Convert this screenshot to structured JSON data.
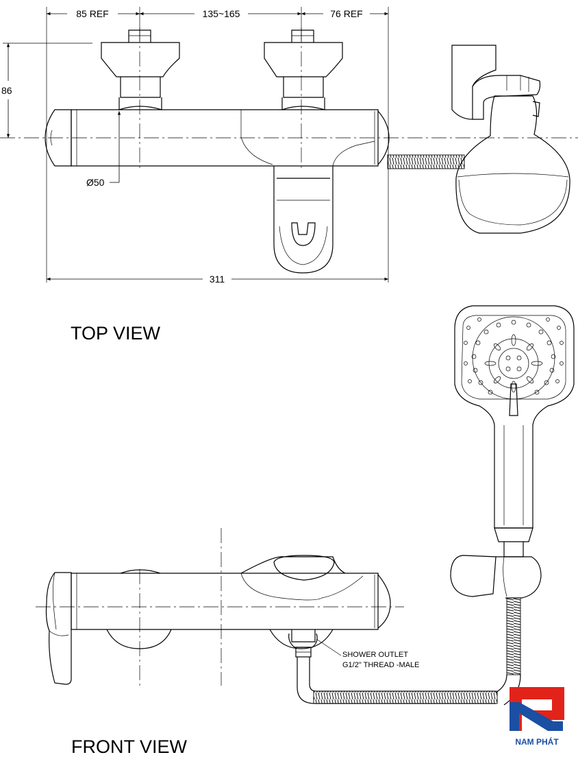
{
  "views": {
    "top": {
      "title": "TOP VIEW"
    },
    "front": {
      "title": "FRONT VIEW"
    }
  },
  "dimensions": {
    "left_ref": "85 REF",
    "handle_spacing": "135~165",
    "right_ref": "76 REF",
    "height": "86",
    "diameter": "Ø50",
    "overall_length": "311"
  },
  "annotations": {
    "shower_outlet_line1": "SHOWER OUTLET",
    "shower_outlet_line2": "G1/2\" THREAD -MALE"
  },
  "logo": {
    "name": "NAM PHÁT",
    "colors": {
      "red": "#e2231a",
      "blue": "#1a4fa3"
    }
  }
}
